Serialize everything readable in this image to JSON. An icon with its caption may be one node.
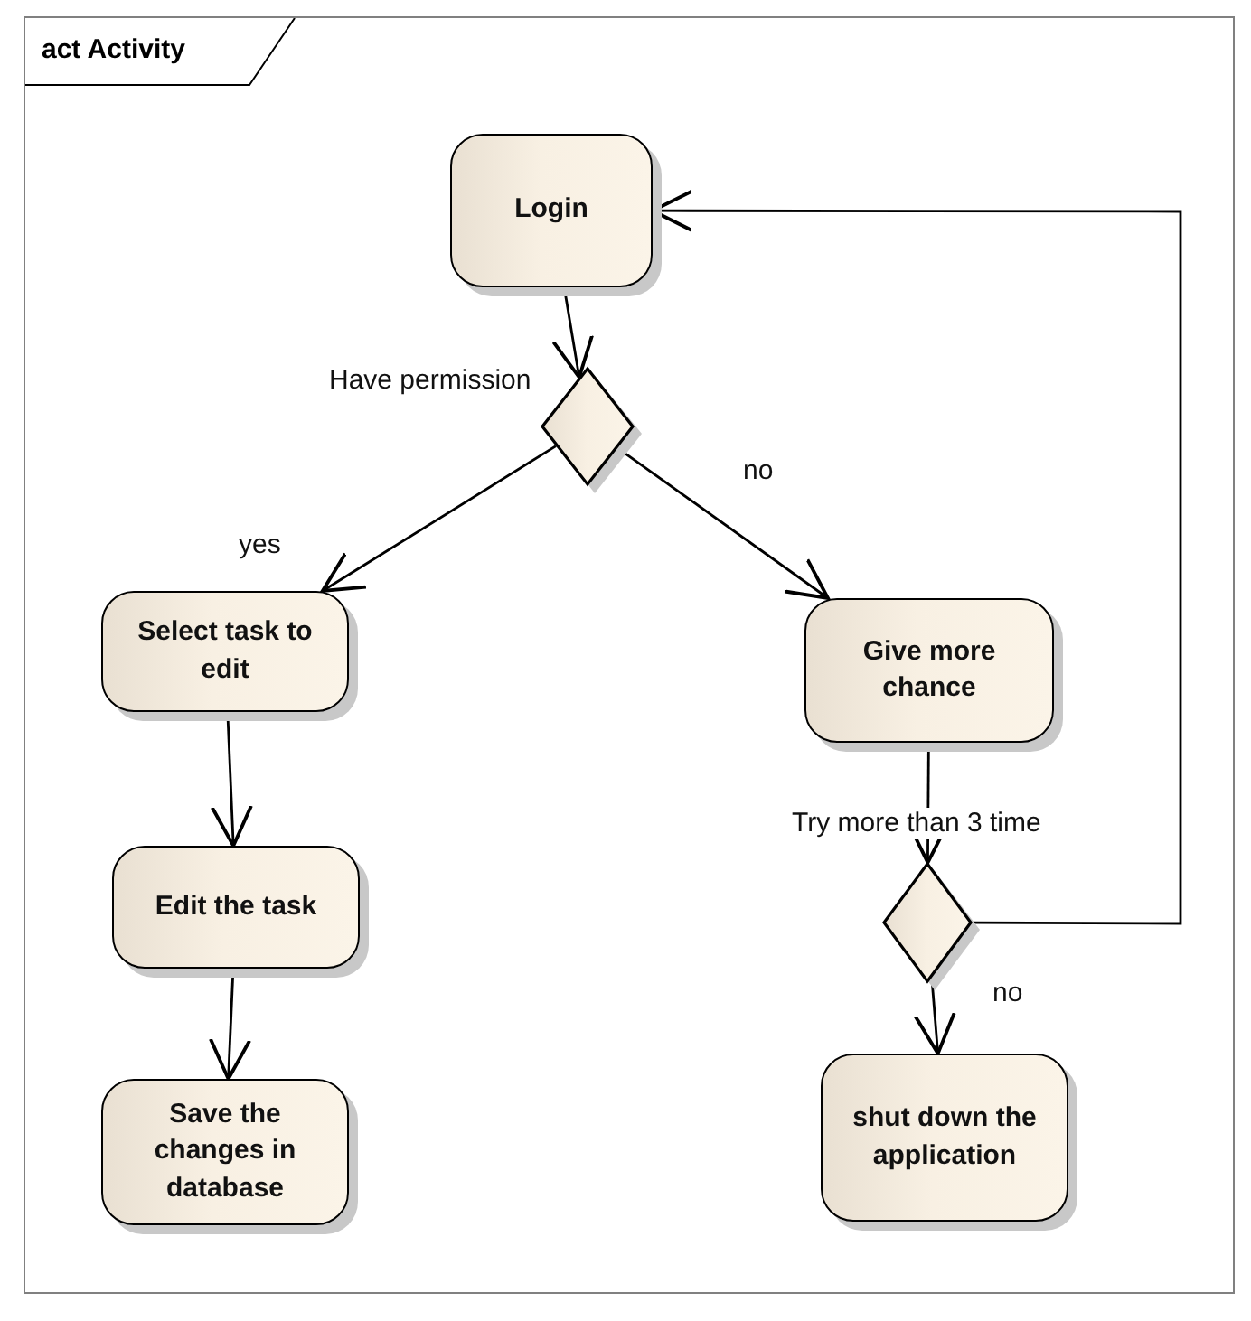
{
  "diagram": {
    "nodes": [
      {
        "text": [
          "act Activity"
        ]
      },
      {
        "text": [
          "Login"
        ],
        "in": 0
      },
      {
        "text": [],
        "shape": "diamond",
        "in": 0,
        "beside": [
          "Have permission"
        ]
      },
      {
        "text": [
          "Select task to edit"
        ],
        "in": 0
      },
      {
        "text": [
          "Give more chance"
        ],
        "in": 0
      },
      {
        "text": [
          "Edit the task"
        ],
        "in": 0
      },
      {
        "text": [
          "Save the changes in database"
        ],
        "in": 0
      },
      {
        "text": [],
        "shape": "diamond",
        "in": 0,
        "beside": [
          "Try more than 3 time"
        ]
      },
      {
        "text": [
          "shut down the application"
        ],
        "in": 0
      }
    ],
    "edges": [
      {
        "from": 1,
        "to": 2,
        "arrow": "to"
      },
      {
        "from": 2,
        "to": 3,
        "arrow": "to",
        "label": "yes"
      },
      {
        "from": 2,
        "to": 4,
        "arrow": "to",
        "label": "no"
      },
      {
        "from": 3,
        "to": 5,
        "arrow": "to"
      },
      {
        "from": 5,
        "to": 6,
        "arrow": "to"
      },
      {
        "from": 4,
        "to": 7,
        "arrow": "to"
      },
      {
        "from": 7,
        "to": 8,
        "arrow": "to",
        "label": "no"
      },
      {
        "from": 7,
        "to": 1,
        "arrow": "to"
      }
    ]
  }
}
